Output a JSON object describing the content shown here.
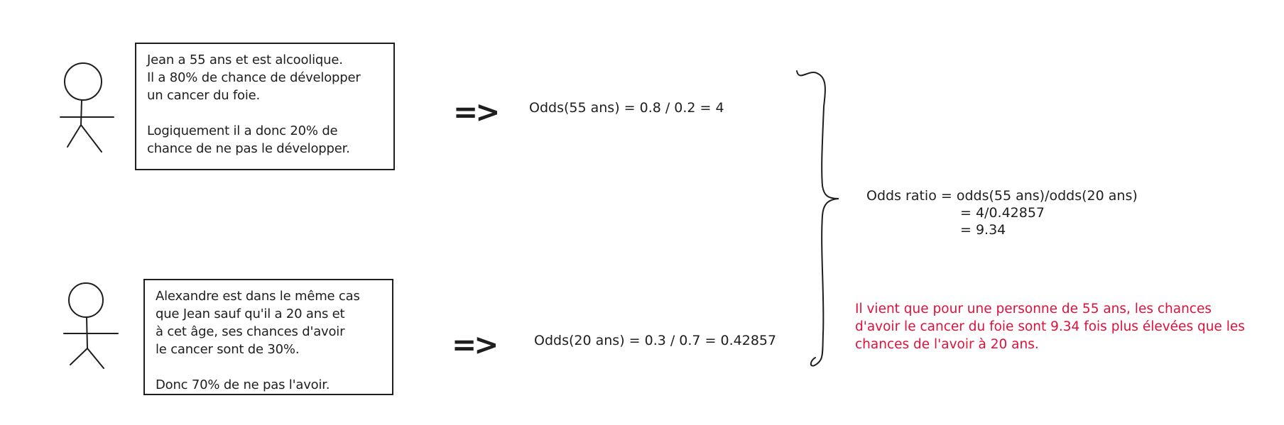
{
  "persons": [
    {
      "paragraphs": [
        "Jean a 55 ans et est alcoolique.",
        "Il a 80% de chance de développer",
        "un cancer du foie.",
        "",
        "Logiquement il a donc 20% de",
        "chance de ne pas le développer."
      ],
      "odds": "Odds(55 ans) = 0.8 / 0.2 = 4"
    },
    {
      "paragraphs": [
        "Alexandre est dans le même cas",
        "que Jean sauf qu'il a 20 ans et",
        "à cet âge, ses chances d'avoir",
        "le cancer sont de 30%.",
        "",
        "Donc 70% de ne pas l'avoir."
      ],
      "odds": "Odds(20 ans) = 0.3 / 0.7 = 0.42857"
    }
  ],
  "arrow_symbol": "=>",
  "odds_ratio": {
    "line1": "Odds ratio = odds(55 ans)/odds(20 ans)",
    "line2": "=  4/0.42857",
    "line3": "= 9.34"
  },
  "conclusion": "Il vient que pour une personne de 55 ans, les chances d'avoir le cancer du foie sont 9.34 fois plus élevées que les chances de l'avoir à 20 ans.",
  "colors": {
    "ink": "#1e1e1e",
    "accent": "#e0103a",
    "background": "#ffffff"
  }
}
